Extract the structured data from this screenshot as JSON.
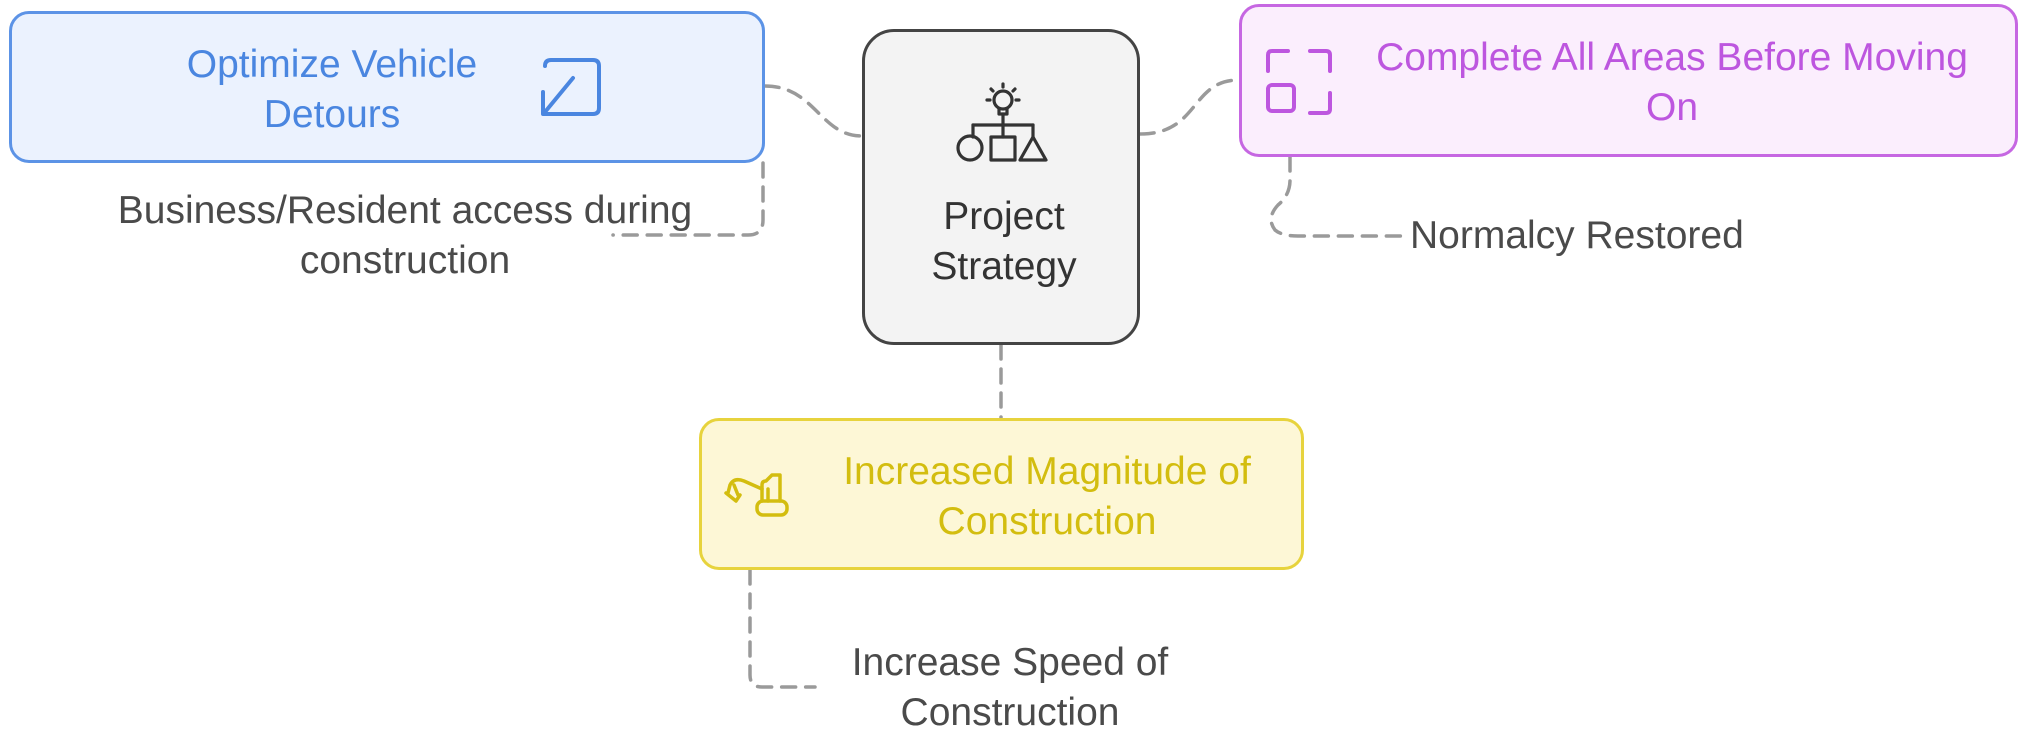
{
  "center": {
    "title_line1": "Project",
    "title_line2": "Strategy",
    "icon": "lightbulb-shapes-hierarchy-icon"
  },
  "nodes": {
    "optimize_detours": {
      "title_line1": "Optimize Vehicle",
      "title_line2": "Detours",
      "icon": "arrow-in-square-icon",
      "color": "#4a86e0"
    },
    "complete_areas": {
      "title_line1": "Complete All Areas Before Moving",
      "title_line2": "On",
      "icon": "scan-frame-icon",
      "color": "#bd56df"
    },
    "increased_magnitude": {
      "title_line1": "Increased Magnitude of",
      "title_line2": "Construction",
      "icon": "excavator-icon",
      "color": "#d3bd0f"
    }
  },
  "labels": {
    "business_access": {
      "line1": "Business/Resident access during",
      "line2": "construction"
    },
    "normalcy": {
      "line1": "Normalcy Restored"
    },
    "speed": {
      "line1": "Increase Speed of",
      "line2": "Construction"
    }
  }
}
